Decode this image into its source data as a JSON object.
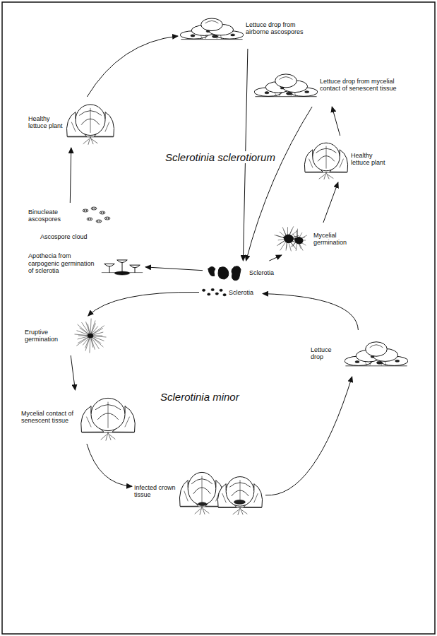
{
  "diagram": {
    "nodes": [
      {
        "text": [
          "Lettuce drop from airborne ascospores"
        ]
      },
      {
        "text": [
          "Lettuce drop from mycelial contact of senescent tissue"
        ]
      },
      {
        "text": [
          "Healthy lettuce plant"
        ]
      },
      {
        "text": [
          "Healthy lettuce plant"
        ]
      },
      {
        "text": [
          "Binucleate ascospores"
        ]
      },
      {
        "text": [
          "Apothecia from carpogenic germination of sclerotia"
        ]
      },
      {
        "text": [
          "Mycelial germination"
        ]
      },
      {
        "text": [
          "Sclerotia"
        ]
      },
      {
        "text": [
          "Sclerotia"
        ]
      },
      {
        "text": [
          "Eruptive germination"
        ]
      },
      {
        "text": [
          "Mycelial contact of senescent tissue"
        ]
      },
      {
        "text": [
          "Lettuce drop"
        ]
      },
      {
        "text": [
          "Infected crown tissue"
        ]
      }
    ],
    "edges": [
      {
        "from": 7,
        "to": 5,
        "arrow": "to"
      },
      {
        "from": 4,
        "to": 2,
        "arrow": "to"
      },
      {
        "from": 2,
        "to": 0,
        "arrow": "to"
      },
      {
        "from": 0,
        "to": 7,
        "arrow": "to"
      },
      {
        "from": 1,
        "to": 7,
        "arrow": "to"
      },
      {
        "from": 7,
        "to": 6,
        "arrow": "to"
      },
      {
        "from": 6,
        "to": 3,
        "arrow": "to"
      },
      {
        "from": 3,
        "to": 1,
        "arrow": "to"
      },
      {
        "from": 8,
        "to": 9,
        "arrow": "to"
      },
      {
        "from": 9,
        "to": 10,
        "arrow": "to"
      },
      {
        "from": 10,
        "to": 12,
        "arrow": "to"
      },
      {
        "from": 12,
        "to": 11,
        "arrow": "to"
      },
      {
        "from": 11,
        "to": 8,
        "arrow": "to"
      }
    ],
    "labels": [
      "Sclerotinia sclerotiorum",
      "Ascospore cloud",
      "Sclerotinia minor"
    ]
  }
}
